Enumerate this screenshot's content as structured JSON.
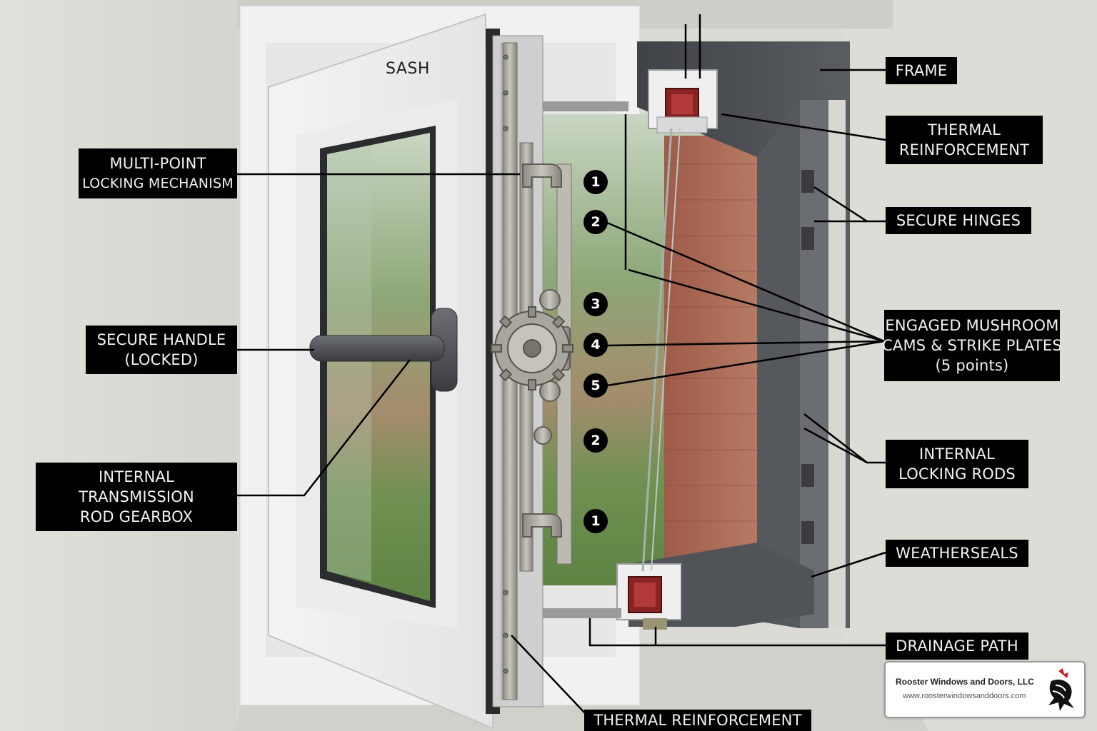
{
  "labels": {
    "sash": "SASH",
    "frame": "FRAME",
    "thermal_top": [
      "THERMAL",
      "REINFORCEMENT"
    ],
    "hinges": "SECURE HINGES",
    "multipoint": [
      "MULTI-POINT",
      "LOCKING MECHANISM"
    ],
    "handle": [
      "SECURE HANDLE",
      "(LOCKED)"
    ],
    "gearbox": [
      "INTERNAL",
      "TRANSMISSION",
      "ROD GEARBOX"
    ],
    "mushroom": [
      "ENGAGED MUSHROOM",
      "CAMS & STRIKE PLATES",
      "(5 points)"
    ],
    "rods": [
      "INTERNAL",
      "LOCKING RODS"
    ],
    "weatherseals": "WEATHERSEALS",
    "drainage": "DRAINAGE PATH",
    "thermal_bottom": "THERMAL REINFORCEMENT"
  },
  "points": [
    "1",
    "2",
    "3",
    "4",
    "5",
    "2",
    "1"
  ],
  "brand": {
    "name": "Rooster Windows and Doors, LLC",
    "url": "www.roosterwindowsanddoors.com"
  },
  "colors": {
    "label_bg": "#000000",
    "frame_grey": "#4a4d52",
    "reinforcement_red": "#8a2424"
  }
}
